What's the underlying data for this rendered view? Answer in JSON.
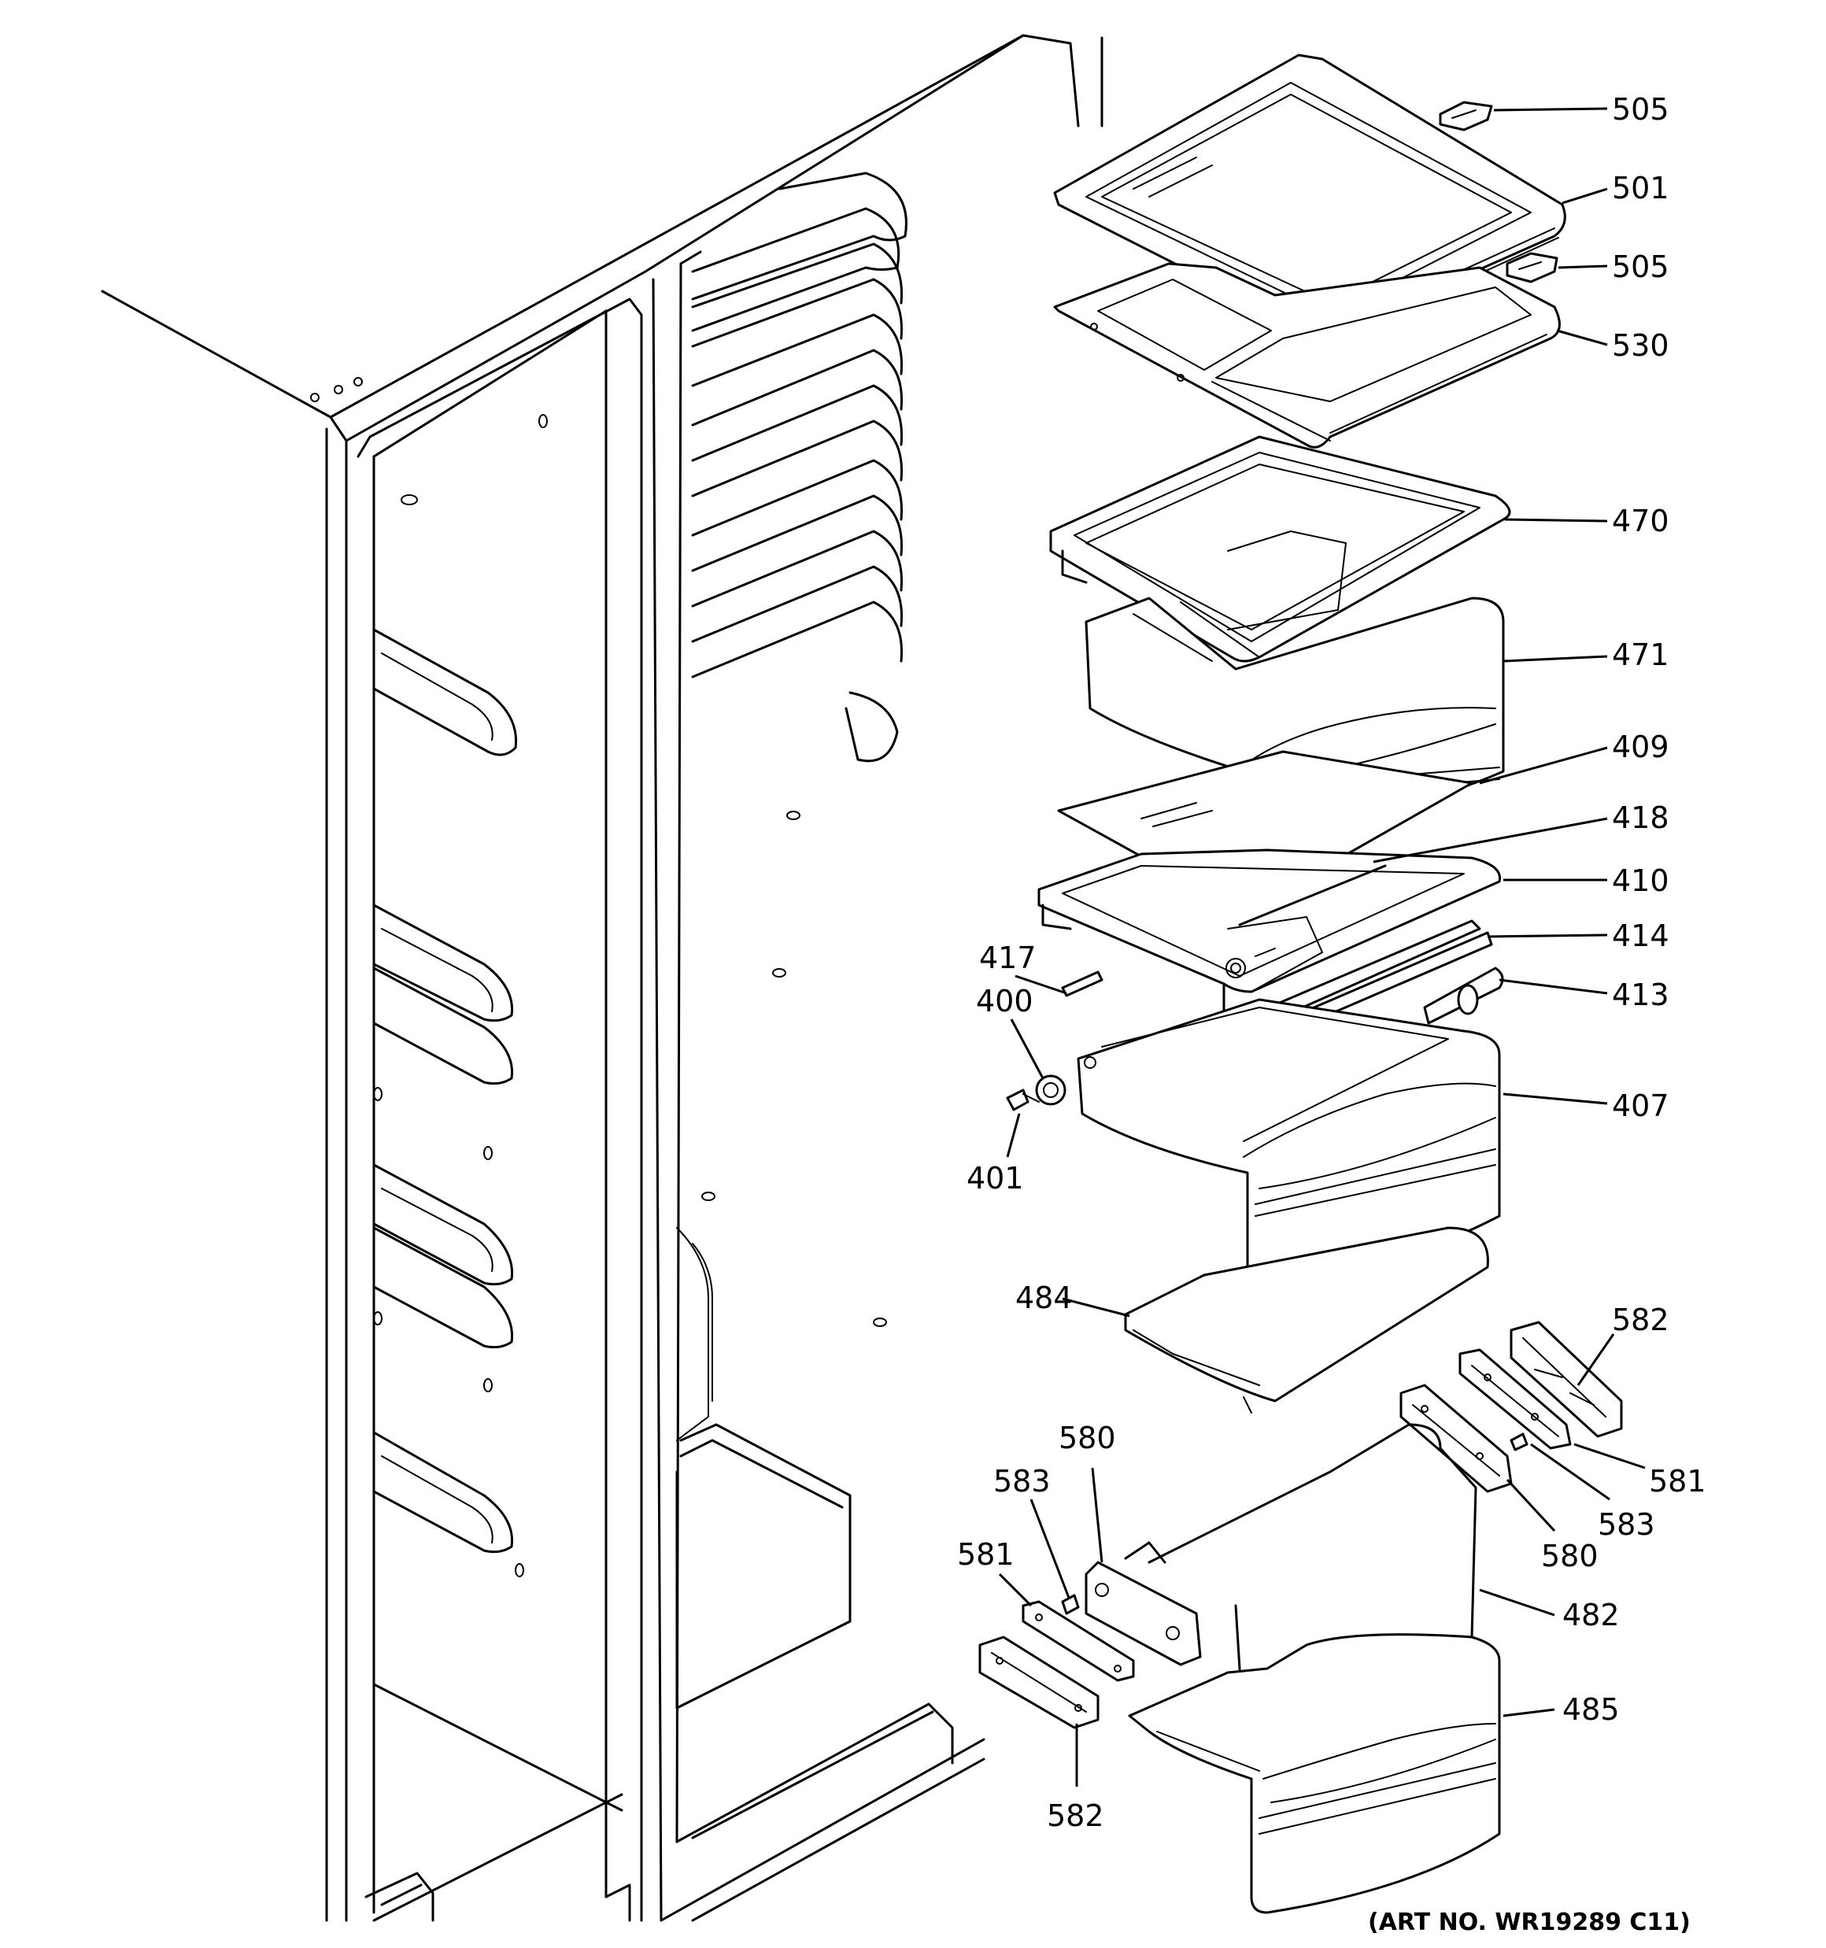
{
  "callouts": {
    "c505a": "505",
    "c501": "501",
    "c505b": "505",
    "c530": "530",
    "c470": "470",
    "c471": "471",
    "c409": "409",
    "c418": "418",
    "c410": "410",
    "c414": "414",
    "c417": "417",
    "c413": "413",
    "c400": "400",
    "c407": "407",
    "c401": "401",
    "c484": "484",
    "c582a": "582",
    "c580a": "580",
    "c583a": "583",
    "c581a": "581",
    "c581b": "581",
    "c583b": "583",
    "c580b": "580",
    "c482": "482",
    "c485": "485",
    "c582b": "582"
  },
  "art_number": "(ART NO. WR19289 C11)"
}
